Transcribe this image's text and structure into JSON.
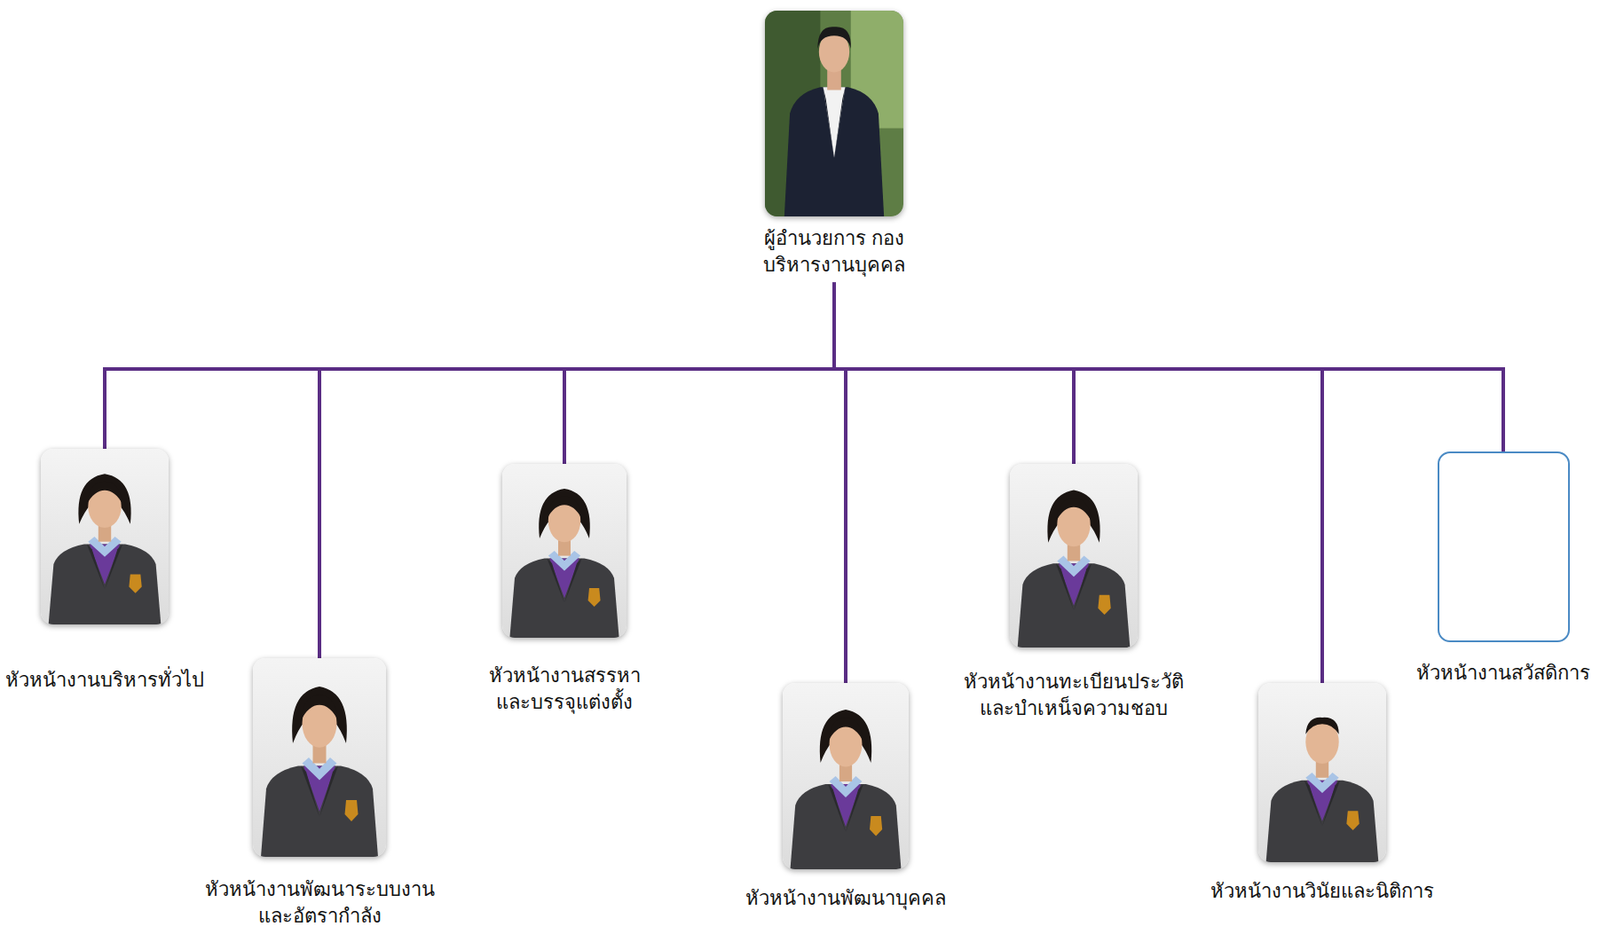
{
  "diagram": {
    "nodes": [
      {
        "text": [
          "ผู้อำนวยการ กองบริหารงานบุคคล"
        ]
      },
      {
        "text": [
          "หัวหน้างานบริหารทั่วไป"
        ]
      },
      {
        "text": [
          "หัวหน้างานพัฒนาระบบงาน และอัตรากำลัง"
        ]
      },
      {
        "text": [
          "หัวหน้างานสรรหา และบรรจุแต่งตั้ง"
        ]
      },
      {
        "text": [
          "หัวหน้างานพัฒนาบุคคล"
        ]
      },
      {
        "text": [
          "หัวหน้างานทะเบียนประวัติ และบำเหน็จความชอบ"
        ]
      },
      {
        "text": [
          "หัวหน้างานวินัยและนิติการ"
        ]
      },
      {
        "text": [
          "หัวหน้างานสวัสดิการ"
        ]
      }
    ],
    "edges": [
      {
        "from": 0,
        "to": 1,
        "arrow": "none"
      },
      {
        "from": 0,
        "to": 2,
        "arrow": "none"
      },
      {
        "from": 0,
        "to": 3,
        "arrow": "none"
      },
      {
        "from": 0,
        "to": 4,
        "arrow": "none"
      },
      {
        "from": 0,
        "to": 5,
        "arrow": "none"
      },
      {
        "from": 0,
        "to": 6,
        "arrow": "none"
      },
      {
        "from": 0,
        "to": 7,
        "arrow": "none"
      }
    ]
  }
}
